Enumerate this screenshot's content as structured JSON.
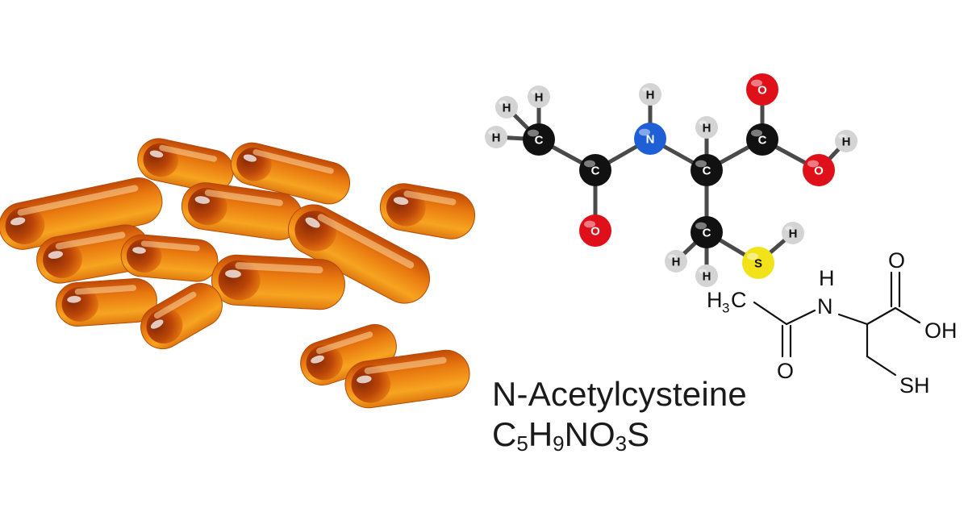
{
  "compound": {
    "name": "N-Acetylcysteine",
    "formula": [
      {
        "t": "C"
      },
      {
        "t": "5",
        "sub": true
      },
      {
        "t": "H"
      },
      {
        "t": "9",
        "sub": true
      },
      {
        "t": "NO"
      },
      {
        "t": "3",
        "sub": true
      },
      {
        "t": "S"
      }
    ]
  },
  "elements": {
    "H": {
      "color": "#d4d4d4",
      "text": "#111111"
    },
    "C": {
      "color": "#111111",
      "text": "#ffffff"
    },
    "N": {
      "color": "#1f5fd6",
      "text": "#ffffff"
    },
    "O": {
      "color": "#e0101a",
      "text": "#ffffff"
    },
    "S": {
      "color": "#f2e21a",
      "text": "#111111"
    }
  },
  "ball_model": {
    "atoms": [
      {
        "id": "c1",
        "el": "C"
      },
      {
        "id": "c2",
        "el": "C"
      },
      {
        "id": "o1",
        "el": "O"
      },
      {
        "id": "n",
        "el": "N"
      },
      {
        "id": "hn",
        "el": "H"
      },
      {
        "id": "c3",
        "el": "C"
      },
      {
        "id": "h3",
        "el": "H"
      },
      {
        "id": "c4",
        "el": "C"
      },
      {
        "id": "o2",
        "el": "O"
      },
      {
        "id": "o3",
        "el": "O"
      },
      {
        "id": "ho",
        "el": "H"
      },
      {
        "id": "c5",
        "el": "C"
      },
      {
        "id": "s",
        "el": "S"
      },
      {
        "id": "hs",
        "el": "H"
      },
      {
        "id": "h1a",
        "el": "H"
      },
      {
        "id": "h1b",
        "el": "H"
      },
      {
        "id": "h1c",
        "el": "H"
      },
      {
        "id": "h5a",
        "el": "H"
      },
      {
        "id": "h5b",
        "el": "H"
      }
    ]
  },
  "skeletal": {
    "labels": {
      "h3c_main": "H",
      "h3c_sub": "3",
      "h3c_c": "C",
      "nh_h": "H",
      "nh_n": "N",
      "o_top": "O",
      "oh": "OH",
      "o_bottom": "O",
      "sh": "SH"
    }
  },
  "icons": {
    "capsules": "capsule-pile-icon"
  }
}
